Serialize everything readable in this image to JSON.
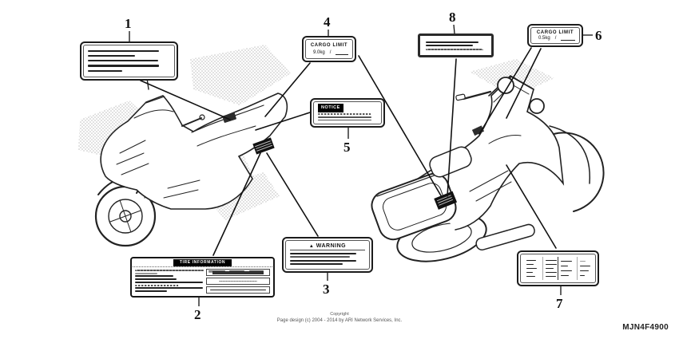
{
  "callouts": {
    "c1": "1",
    "c2": "2",
    "c3": "3",
    "c4": "4",
    "c5": "5",
    "c6": "6",
    "c7": "7",
    "c8": "8"
  },
  "labels": {
    "cargo_limit_rear": {
      "title": "CARGO LIMIT",
      "value": "9.0kg",
      "separator": "/"
    },
    "cargo_limit_accessory": {
      "title": "CARGO LIMIT",
      "value": "0.5kg",
      "separator": "/"
    },
    "notice": {
      "badge": "NOTICE"
    },
    "warning": {
      "symbol": "▲",
      "title": "WARNING"
    },
    "tire_information": {
      "title": "TIRE INFORMATION"
    }
  },
  "footer": {
    "copyright": "Copyright",
    "credit": "Page design (c) 2004 - 2014 by ARI Network Services, Inc.",
    "diagram_code": "MJN4F4900"
  }
}
